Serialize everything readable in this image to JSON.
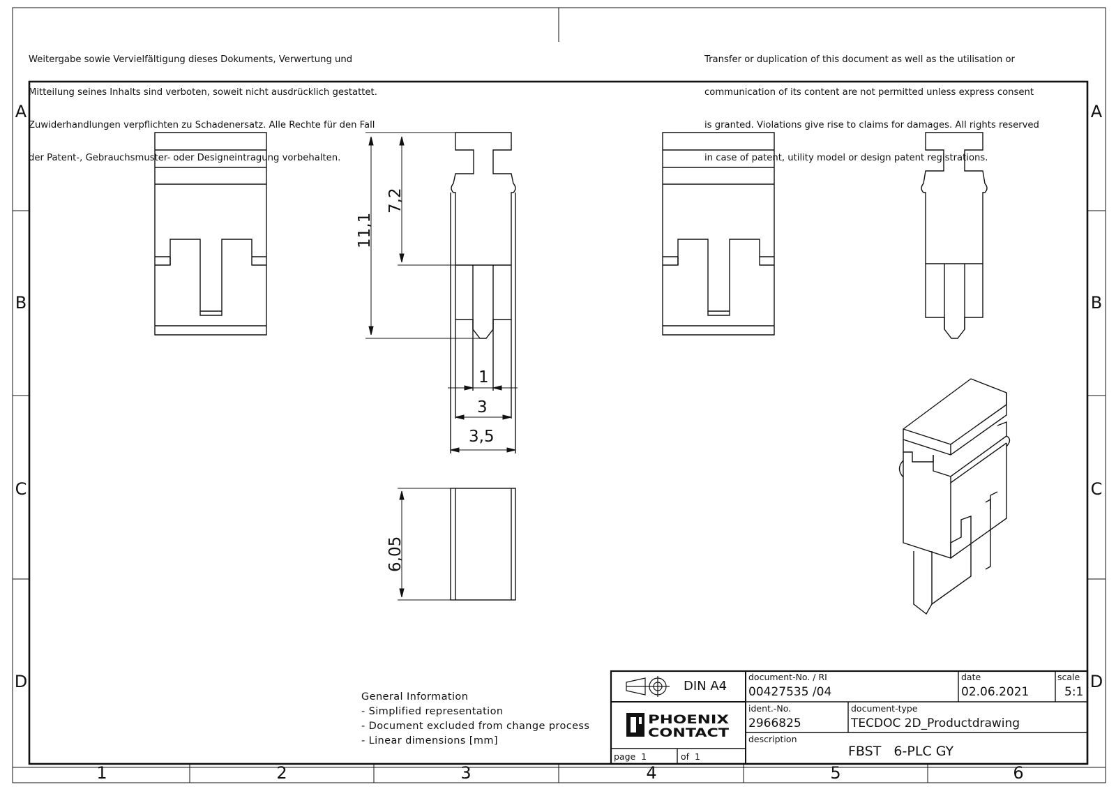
{
  "notices": {
    "german": [
      "Weitergabe sowie Vervielfältigung dieses Dokuments, Verwertung und",
      "Mitteilung seines Inhalts sind verboten, soweit nicht ausdrücklich gestattet.",
      "Zuwiderhandlungen verpflichten zu Schadenersatz. Alle Rechte für den Fall",
      "der Patent-, Gebrauchsmuster- oder Designeintragung vorbehalten."
    ],
    "english": [
      "Transfer or duplication of this document as well as the utilisation or",
      "communication of its content are not permitted unless express consent",
      "is granted. Violations give rise to claims for damages. All rights reserved",
      "in case of patent, utility model or design patent registrations."
    ]
  },
  "zones": {
    "rows": [
      "A",
      "B",
      "C",
      "D"
    ],
    "columns": [
      "1",
      "2",
      "3",
      "4",
      "5",
      "6"
    ]
  },
  "dimensions": {
    "height_total": "11,1",
    "height_upper": "7,2",
    "pin_width": "1",
    "pin_span": "3",
    "overall_width": "3,5",
    "depth": "6,05"
  },
  "general_info": {
    "heading": "General Information",
    "items": [
      "- Simplified representation",
      "- Document excluded from change process",
      "- Linear dimensions [mm]"
    ]
  },
  "title_block": {
    "format": "DIN A4",
    "brand_line1": "PHOENIX",
    "brand_line2": "CONTACT",
    "document_no_label": "document-No. / RI",
    "document_no_value": "00427535 /04",
    "date_label": "date",
    "date_value": "02.06.2021",
    "scale_label": "scale",
    "scale_value": "5:1",
    "ident_label": "ident.-No.",
    "ident_value": "2966825",
    "doctype_label": "document-type",
    "doctype_value": "TECDOC 2D_Productdrawing",
    "description_label": "description",
    "description_value": "FBST   6-PLC GY",
    "page_label": "page  1",
    "of_label": "of  1"
  }
}
